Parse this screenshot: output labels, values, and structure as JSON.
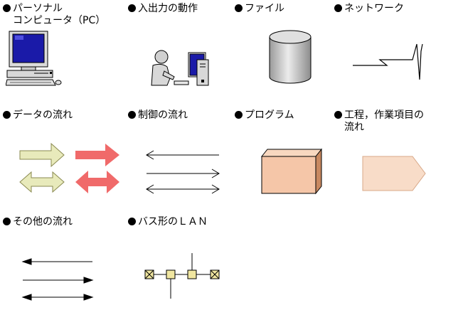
{
  "symbols": [
    {
      "label": "パーソナル",
      "label_line2": "コンピュータ（PC）",
      "icon": "personal-computer-icon"
    },
    {
      "label": "入出力の動作",
      "icon": "io-operation-icon"
    },
    {
      "label": "ファイル",
      "icon": "file-cylinder-icon"
    },
    {
      "label": "ネットワーク",
      "icon": "network-zigzag-icon"
    },
    {
      "label": "データの流れ",
      "icon": "data-flow-arrows-icon"
    },
    {
      "label": "制御の流れ",
      "icon": "control-flow-arrows-icon"
    },
    {
      "label": "プログラム",
      "icon": "program-box-icon"
    },
    {
      "label": "工程，作業項目の",
      "label_line2": "流れ",
      "icon": "process-flow-pentagon-icon"
    },
    {
      "label": "その他の流れ",
      "icon": "other-flow-arrows-icon"
    },
    {
      "label": "バス形のＬＡＮ",
      "icon": "bus-lan-icon"
    }
  ],
  "colors": {
    "monitor_screen": "#1a1aa8",
    "data_flow_light": "#e8eabb",
    "data_flow_red": "#f06a6a",
    "program_box": "#f5c6a8",
    "process_flow": "#f8dcc8",
    "lan_node": "#f0e6a0"
  }
}
